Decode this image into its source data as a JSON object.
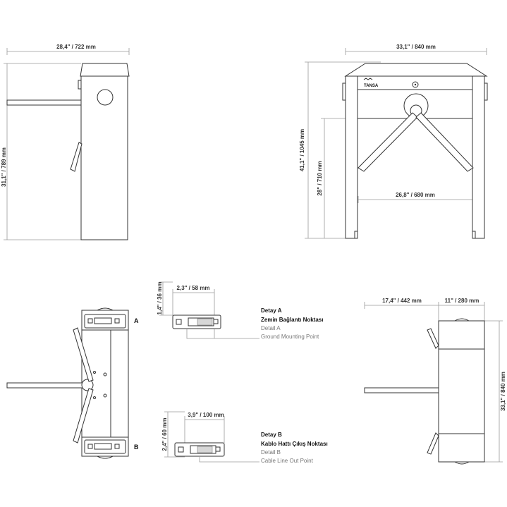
{
  "dimensions": {
    "side_width": "28,4\" / 722 mm",
    "side_height": "31,1\" / 789 mm",
    "front_width": "33,1\" / 840 mm",
    "front_height": "41,1\" / 1045 mm",
    "front_arm_height": "28\" / 710 mm",
    "front_leg_gap": "26,8\" / 680 mm",
    "detail_a_width": "2,3\" / 58 mm",
    "detail_a_height": "1,4\" / 36 mm",
    "detail_b_width": "3,9\" / 100 mm",
    "detail_b_height": "2,4\" / 60 mm",
    "bottom_left_width": "17,4\" / 442 mm",
    "bottom_body_width": "11\" / 280 mm",
    "bottom_height": "33,1\" / 840 mm"
  },
  "markers": {
    "a": "A",
    "b": "B"
  },
  "detail_a": {
    "title_tr": "Detay A",
    "subtitle_tr": "Zemin Bağlantı Noktası",
    "title_en": "Detail A",
    "subtitle_en": "Ground Mounting Point"
  },
  "detail_b": {
    "title_tr": "Detay B",
    "subtitle_tr": "Kablo Hattı Çıkış Noktası",
    "title_en": "Detail B",
    "subtitle_en": "Cable Line Out Point"
  },
  "logo_text": "TANSA"
}
